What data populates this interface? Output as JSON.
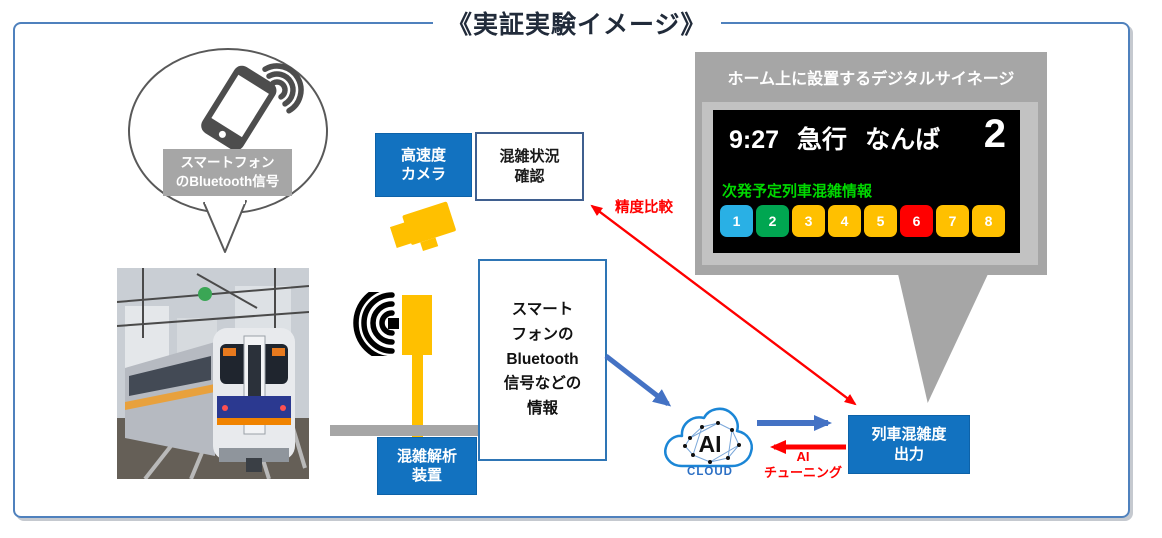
{
  "title": "《実証実験イメージ》",
  "smartphone_bubble": {
    "label": [
      "スマートフォン",
      "のBluetooth信号"
    ]
  },
  "boxes": {
    "camera": {
      "lines": [
        "高速度",
        "カメラ"
      ]
    },
    "congestion_check": {
      "lines": [
        "混雑状況",
        "確認"
      ]
    },
    "analyzer": {
      "lines": [
        "混雑解析",
        "装置"
      ]
    },
    "bluetooth_info": {
      "lines": [
        "スマート",
        "フォンの",
        "Bluetooth",
        "信号などの",
        "情報"
      ]
    },
    "train_congestion_output": {
      "lines": [
        "列車混雑度",
        "出力"
      ]
    }
  },
  "signage": {
    "header": "ホーム上に設置するデジタルサイネージ",
    "departure": {
      "time": "9:27",
      "type": "急行",
      "destination": "なんば",
      "track": "2"
    },
    "congestion_label": "次発予定列車混雑情報",
    "cars": [
      {
        "number": "1",
        "color": "#29B0E5"
      },
      {
        "number": "2",
        "color": "#00A651"
      },
      {
        "number": "3",
        "color": "#FFC000"
      },
      {
        "number": "4",
        "color": "#FFC000"
      },
      {
        "number": "5",
        "color": "#FFC000"
      },
      {
        "number": "6",
        "color": "#FF0000"
      },
      {
        "number": "7",
        "color": "#FFC000"
      },
      {
        "number": "8",
        "color": "#FFC000"
      }
    ]
  },
  "cloud": {
    "ai": "AI",
    "label": "CLOUD"
  },
  "annotations": {
    "accuracy_comparison": "精度比較",
    "ai_tuning": [
      "AI",
      "チューニング"
    ]
  },
  "colors": {
    "box_blue": "#1272C0",
    "arrow_blue": "#4472C4",
    "annotation_red": "#FF0000",
    "signage_gray": "#A6A6A6",
    "device_yellow": "#FFC000",
    "signage_green_text": "#00D800"
  }
}
